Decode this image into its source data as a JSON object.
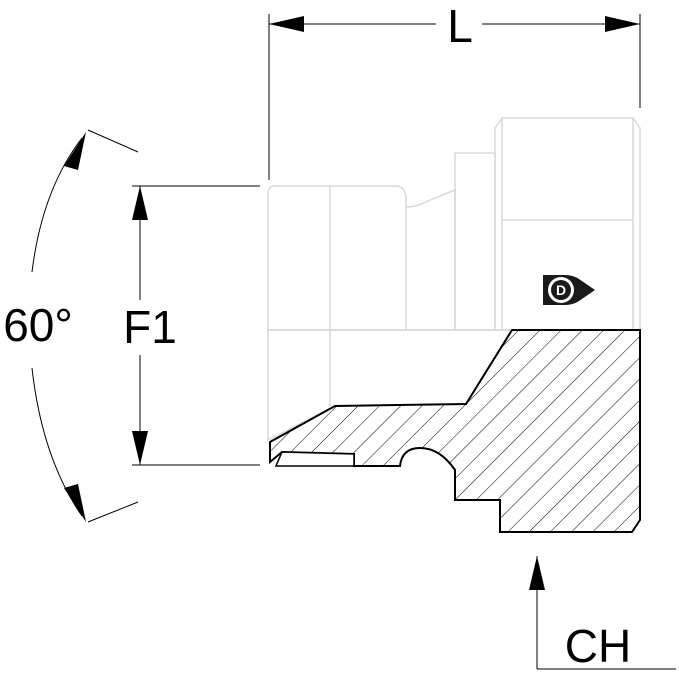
{
  "dimensions": {
    "length_label": "L",
    "thread_label": "F1",
    "angle_label": "60°",
    "hex_label": "CH"
  },
  "logo": {
    "name": "dunlop-d-logo-icon",
    "letter": "D"
  },
  "colors": {
    "line": "#000000",
    "hatch": "#000000",
    "body": "#ffffff",
    "logo": "#1a1a1a"
  }
}
